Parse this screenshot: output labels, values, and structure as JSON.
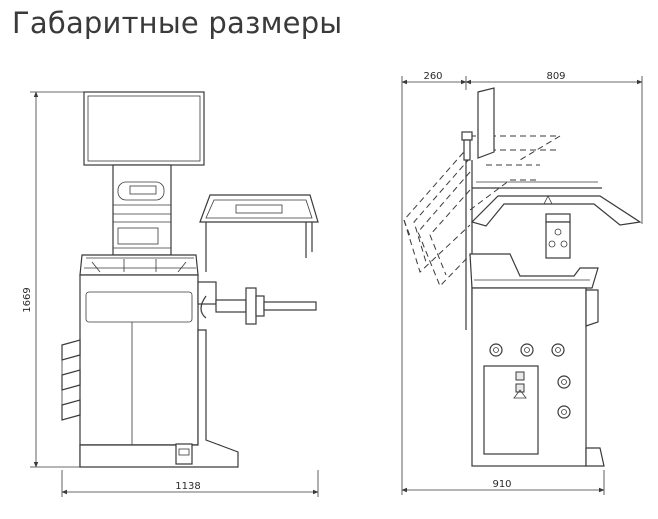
{
  "title": "Габаритные размеры",
  "front_view": {
    "height_label": "1669",
    "width_label": "1138"
  },
  "side_view": {
    "top_left_label": "260",
    "top_right_label": "809",
    "bottom_width_label": "910"
  },
  "colors": {
    "line": "#3a3a3a",
    "background": "#ffffff"
  }
}
